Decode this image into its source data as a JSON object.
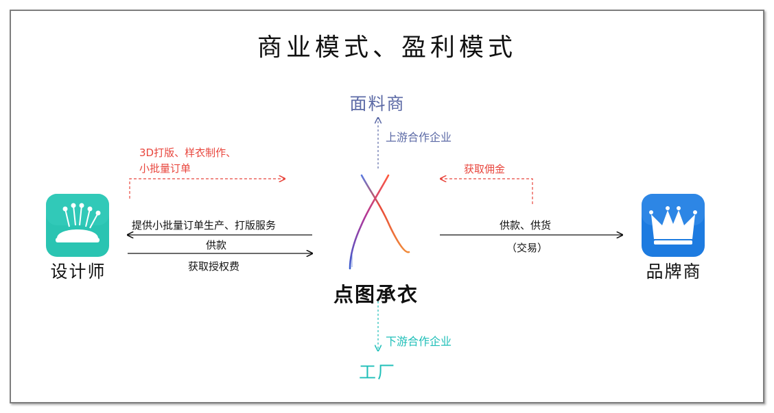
{
  "title": "商业模式、盈利模式",
  "nodes": {
    "fabric": "面料商",
    "factory": "工厂",
    "designer": "设计师",
    "center": "点图承衣",
    "brand": "品牌商"
  },
  "edges": {
    "upstream": "上游合作企业",
    "downstream": "下游合作企业",
    "red_service_line1": "3D打版、样衣制作、",
    "red_service_line2": "小批量订单",
    "commission": "获取佣金",
    "provide_service": "提供小批量订单生产、打版服务",
    "payment_left": "供款",
    "license_fee": "获取授权费",
    "payment_supply": "供款、供货",
    "trade": "（交易）"
  },
  "colors": {
    "red": "#e8453c",
    "fabric_blue": "#5c6aa6",
    "factory_teal": "#1fbfb8",
    "designer_icon_bg": "#2ac4b2",
    "brand_icon_bg": "#1d7be0"
  },
  "icons": {
    "designer": "pincushion-icon",
    "brand": "crown-icon",
    "center": "x-logo-icon"
  }
}
